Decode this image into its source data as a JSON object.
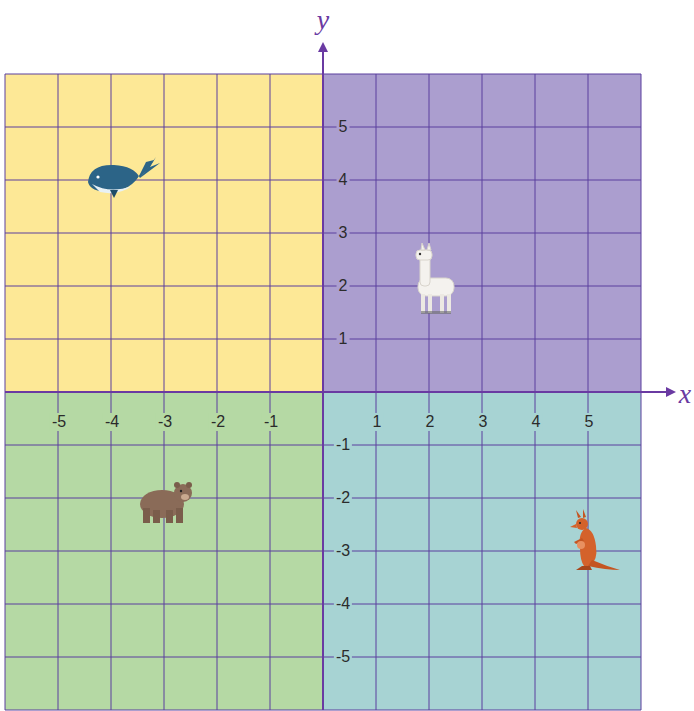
{
  "diagram": {
    "labels": [
      "y",
      "x",
      "5",
      "4",
      "3",
      "2",
      "1",
      "-5",
      "-4",
      "-3",
      "-2",
      "-1",
      "1",
      "2",
      "3",
      "4",
      "5",
      "-1",
      "-2",
      "-3",
      "-4",
      "-5"
    ]
  }
}
